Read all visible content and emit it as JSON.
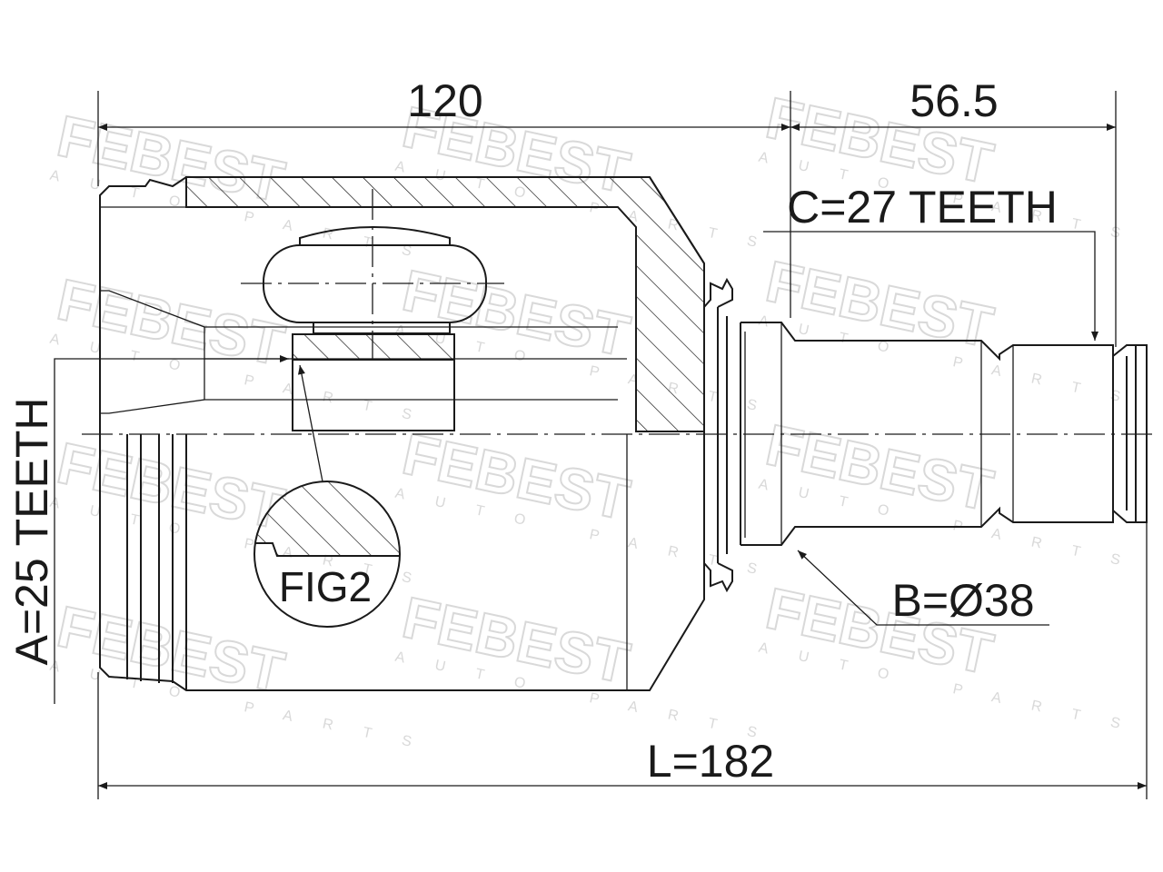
{
  "watermark": {
    "brand": "FEBEST",
    "subtitle": "AUTO PARTS"
  },
  "dimensions": {
    "housing_length": "120",
    "shaft_length": "56.5",
    "outer_teeth": "C=27 TEETH",
    "inner_teeth": "A=25 TEETH",
    "shaft_diameter": "B=Ø38",
    "total_length": "L=182"
  },
  "detail": {
    "label": "FIG2"
  },
  "colors": {
    "line": "#1a1a1a",
    "watermark": "#d9d9d9",
    "background": "#ffffff"
  }
}
